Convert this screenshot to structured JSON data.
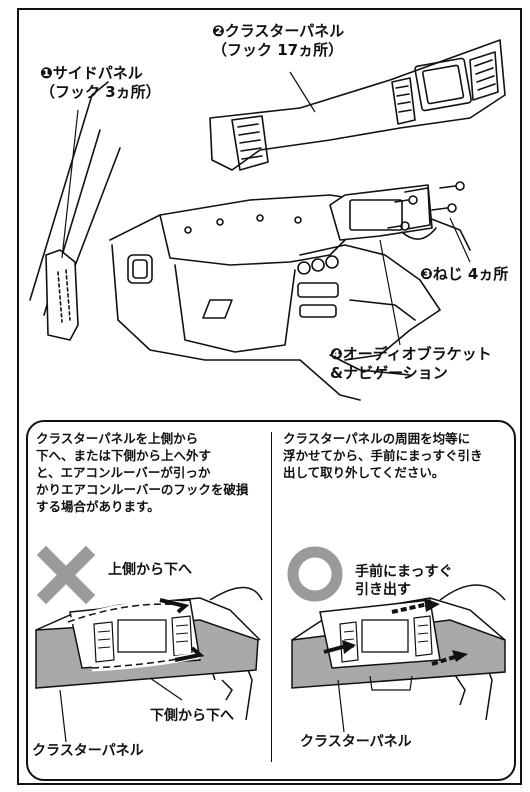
{
  "labels": {
    "side_panel": "❶サイドパネル\n（フック 3ヵ所）",
    "cluster_panel": "❷クラスターパネル\n（フック 17ヵ所）",
    "screws": "❸ねじ 4ヵ所",
    "audio_bracket": "❹オーディオブラケット\n&ナビゲーション"
  },
  "left_note": {
    "text": "クラスターパネルを上側から\n下へ、または下側から上へ外す\nと、エアコンルーバーが引っか\nかりエアコンルーバーのフックを破損\nする場合があります。",
    "top_caption": "上側から下へ",
    "bottom_caption": "下側から下へ",
    "panel_caption": "クラスターパネル"
  },
  "right_note": {
    "text": "クラスターパネルの周囲を均等に\n浮かせてから、手前にまっすぐ引き\n出して取り外してください。",
    "caption": "手前にまっすぐ\n引き出す",
    "panel_caption": "クラスターパネル"
  },
  "colors": {
    "wrong_mark": "#9a9a9a",
    "right_mark": "#9a9a9a",
    "panel_fill": "#a9a9a9"
  },
  "icons": {
    "wrong": "cross-mark-icon",
    "right": "circle-mark-icon"
  }
}
